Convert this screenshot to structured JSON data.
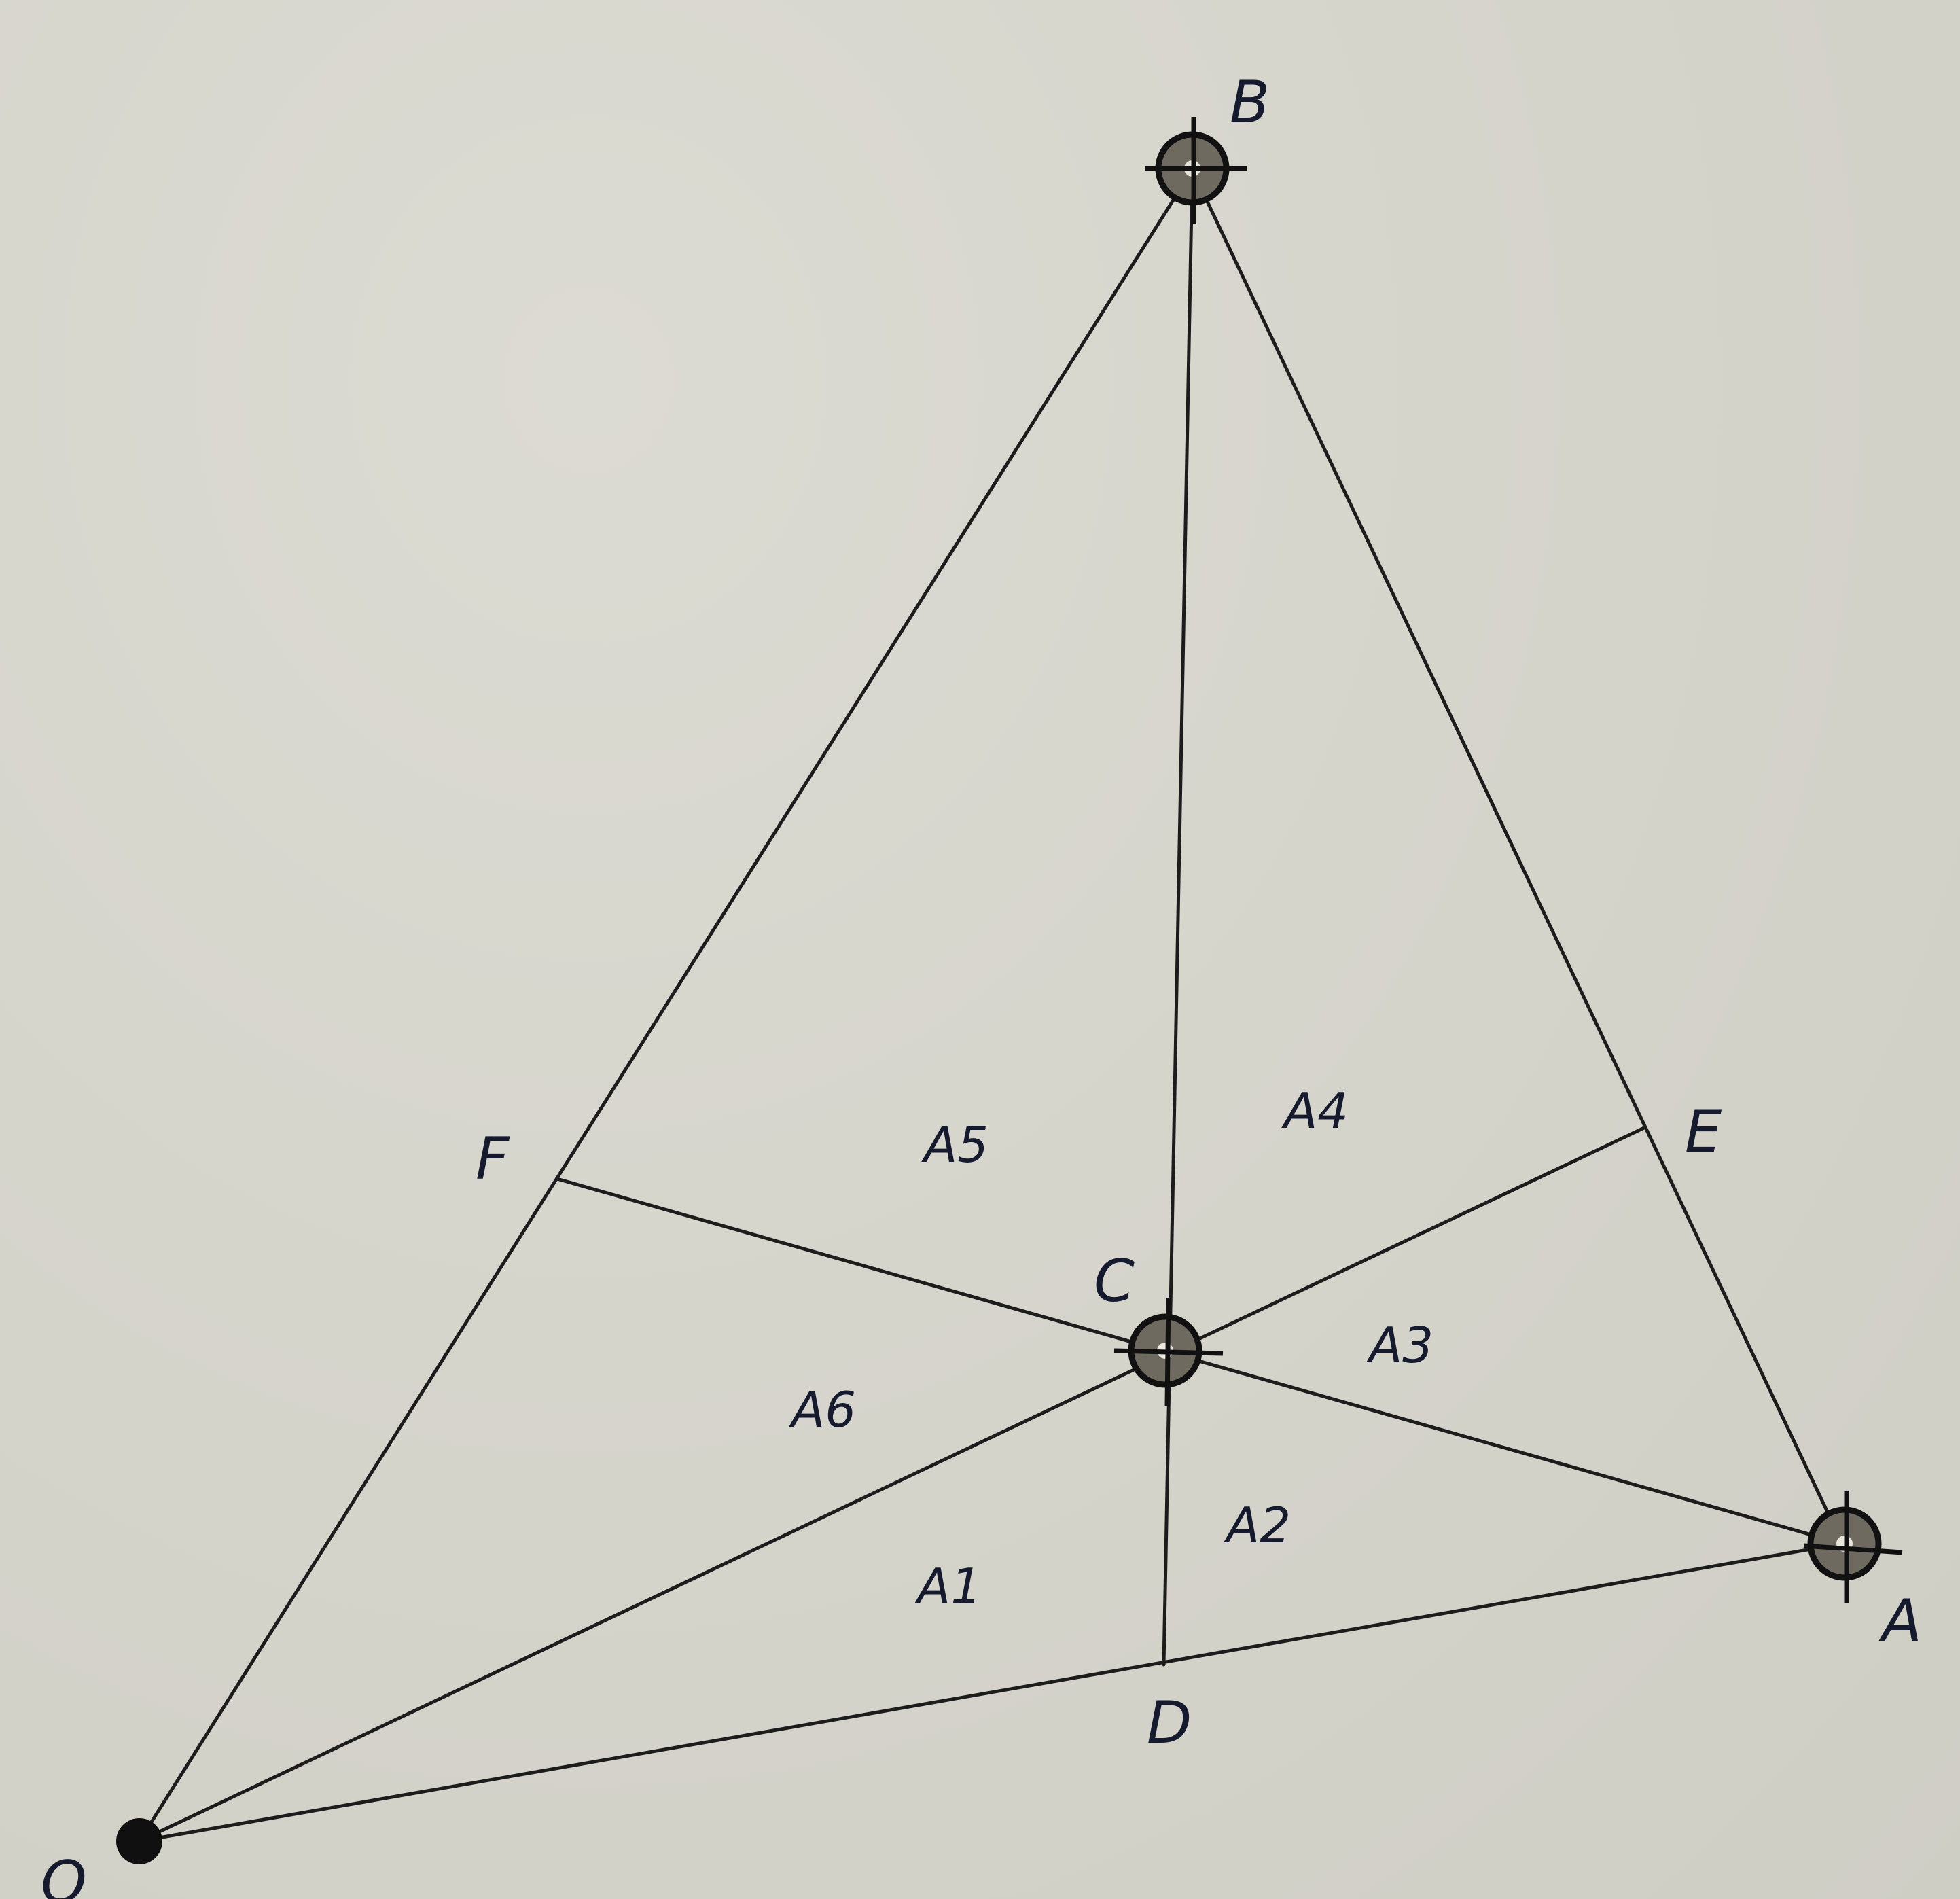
{
  "diagram": {
    "points": {
      "A": "A",
      "B": "B",
      "C": "C",
      "D": "D",
      "E": "E",
      "F": "F",
      "O": "O"
    },
    "regions": {
      "A1": "A1",
      "A2": "A2",
      "A3": "A3",
      "A4": "A4",
      "A5": "A5",
      "A6": "A6"
    },
    "colors": {
      "line": "#1c1c1c",
      "ink": "#151a2e",
      "paper": "#d8d7cf",
      "marker_fill": "#6e6a5f"
    }
  }
}
